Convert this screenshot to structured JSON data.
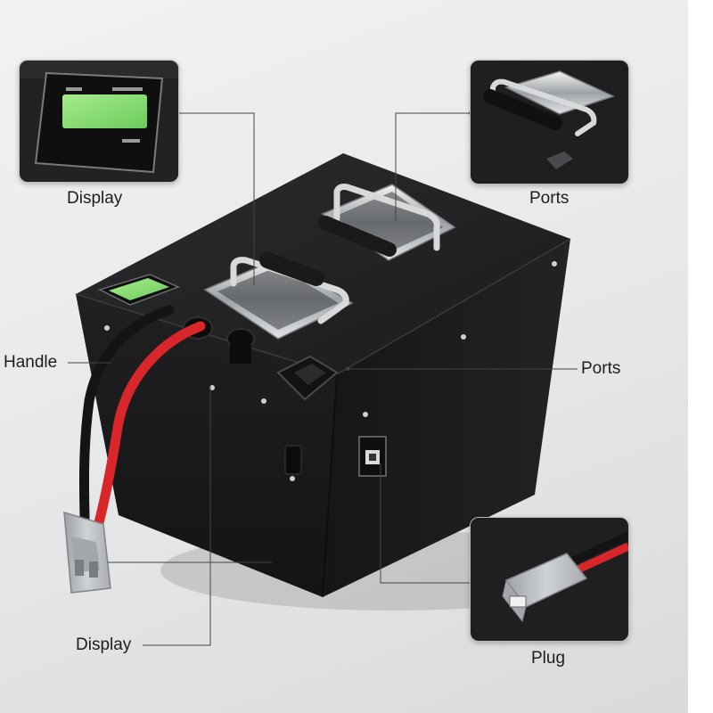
{
  "callouts": {
    "display_top": "Display",
    "ports_top": "Ports",
    "handle_left": "Handle",
    "ports_right": "Ports",
    "display_bottom": "Display",
    "plug_bottom": "Plug"
  },
  "colors": {
    "battery_body": "#202022",
    "lcd_green": "#8ee07a",
    "cable_red": "#d8262a",
    "cable_black": "#141414",
    "connector_gray": "#b9bcc0",
    "leader_line": "#444444"
  }
}
